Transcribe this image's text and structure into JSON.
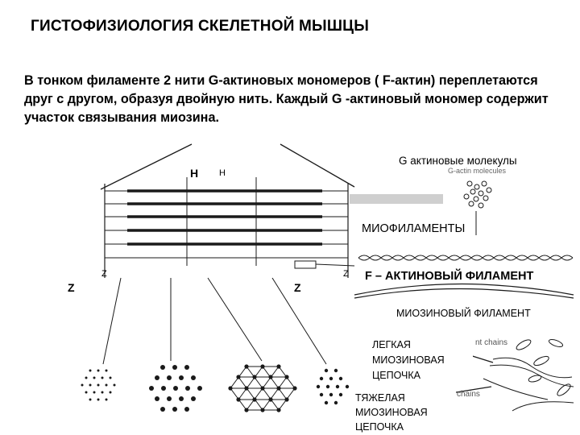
{
  "slide": {
    "title": "ГИСТОФИЗИОЛОГИЯ СКЕЛЕТНОЙ МЫШЦЫ",
    "paragraph": "В тонком филаменте 2 нити G-актиновых мономеров ( F-актин) переплетаются друг с другом, образуя двойную нить. Каждый G -актиновый мономер содержит участок связывания миозина."
  },
  "labels": {
    "h_zone": "H",
    "h_zone_small": "H",
    "z_left": "Z",
    "z_left_small": "Z",
    "z_right": "Z",
    "z_right_small": "Z",
    "g_actin": "G актиновые молекулы",
    "g_actin_small": "G-actin molecules",
    "myofilaments": "МИОФИЛАМЕНТЫ",
    "f_actin": "F – АКТИНОВЫЙ ФИЛАМЕНТ",
    "myosin_filament": "МИОЗИНОВЫЙ ФИЛАМЕНТ",
    "light_chain": "ЛЕГКАЯ МИОЗИНОВАЯ ЦЕПОЧКА",
    "light_chain_small": "nt chains",
    "heavy_chain": "ТЯЖЕЛАЯ МИОЗИНОВАЯ ЦЕПОЧКА",
    "heavy_chain_small": "chains"
  },
  "colors": {
    "ink": "#1a1a1a",
    "gray_bg": "#cfcfcf",
    "background": "#ffffff"
  }
}
